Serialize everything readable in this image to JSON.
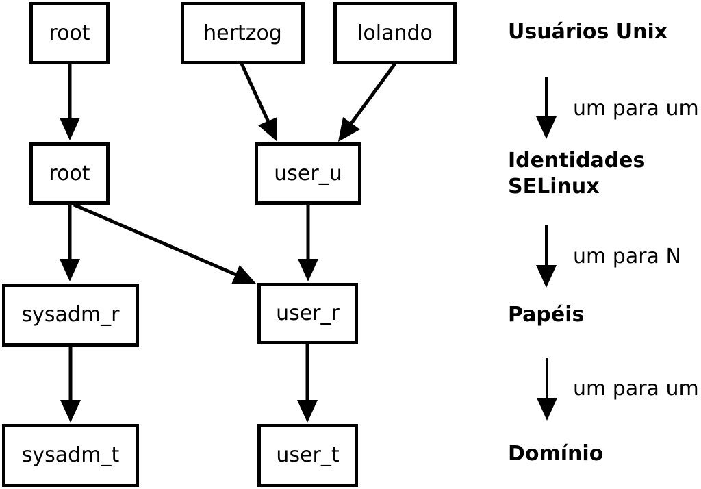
{
  "colors": {
    "background": "#ffffff",
    "foreground": "#000000"
  },
  "nodes": {
    "unix_root": "root",
    "unix_hertzog": "hertzog",
    "unix_lolando": "lolando",
    "selinux_root": "root",
    "selinux_user_u": "user_u",
    "role_sysadm_r": "sysadm_r",
    "role_user_r": "user_r",
    "domain_sysadm_t": "sysadm_t",
    "domain_user_t": "user_t"
  },
  "edges": [
    {
      "from": "unix_root",
      "to": "selinux_root"
    },
    {
      "from": "unix_hertzog",
      "to": "selinux_user_u"
    },
    {
      "from": "unix_lolando",
      "to": "selinux_user_u"
    },
    {
      "from": "selinux_root",
      "to": "role_sysadm_r"
    },
    {
      "from": "selinux_root",
      "to": "role_user_r"
    },
    {
      "from": "selinux_user_u",
      "to": "role_user_r"
    },
    {
      "from": "role_sysadm_r",
      "to": "domain_sysadm_t"
    },
    {
      "from": "role_user_r",
      "to": "domain_user_t"
    }
  ],
  "legend": {
    "levels": [
      "Usuários Unix",
      "Identidades\nSELinux",
      "Papéis",
      "Domínio"
    ],
    "mappings": [
      "um para um",
      "um para N",
      "um para um"
    ]
  }
}
